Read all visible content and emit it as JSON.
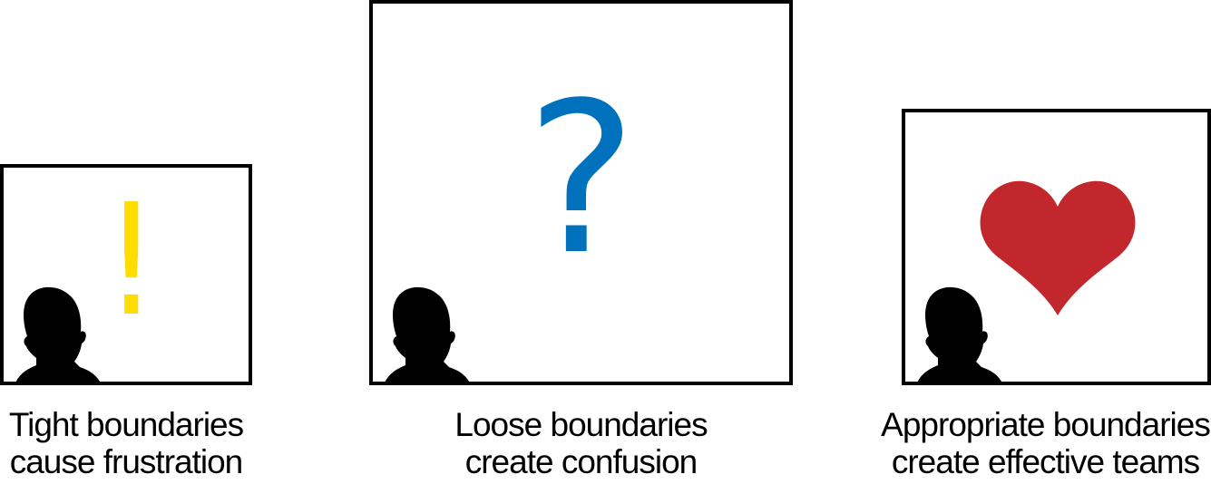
{
  "panels": [
    {
      "id": "tight",
      "symbol": "!",
      "symbol_color": "#FFDD00",
      "caption_line1": "Tight boundaries",
      "caption_line2": "cause frustration"
    },
    {
      "id": "loose",
      "symbol": "?",
      "symbol_color": "#0071BC",
      "caption_line1": "Loose boundaries",
      "caption_line2": "create confusion"
    },
    {
      "id": "appropriate",
      "symbol": "heart",
      "symbol_color": "#C1272D",
      "caption_line1": "Appropriate boundaries",
      "caption_line2": "create effective teams"
    }
  ],
  "icons": {
    "person": "person-silhouette-icon",
    "heart": "heart-icon"
  },
  "colors": {
    "frame": "#000000",
    "silhouette": "#000000",
    "background": "#FFFFFF"
  }
}
